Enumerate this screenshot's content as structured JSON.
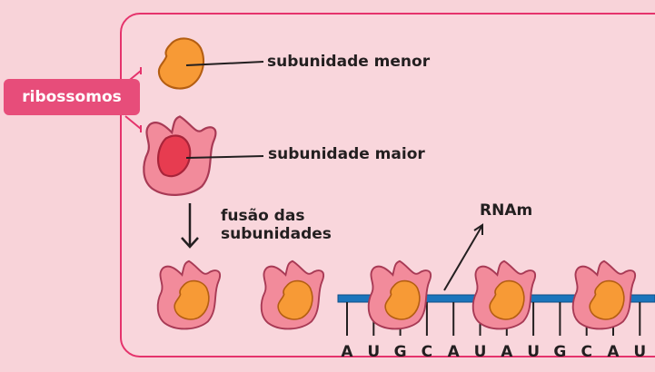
{
  "labels": {
    "ribosomes": "ribossomos",
    "small_subunit": "subunidade menor",
    "large_subunit": "subunidade maior",
    "fusion_line1": "fusão das",
    "fusion_line2": "subunidades",
    "mrna": "RNAm"
  },
  "bases": [
    "A",
    "U",
    "G",
    "C",
    "A",
    "U",
    "A",
    "U",
    "G",
    "C",
    "A",
    "U"
  ],
  "colors": {
    "frame": "#e5336c",
    "tag": "#e74d7a",
    "large_subunit": "#f28b9b",
    "small_subunit": "#f79a36",
    "mrna": "#1b75bc"
  }
}
